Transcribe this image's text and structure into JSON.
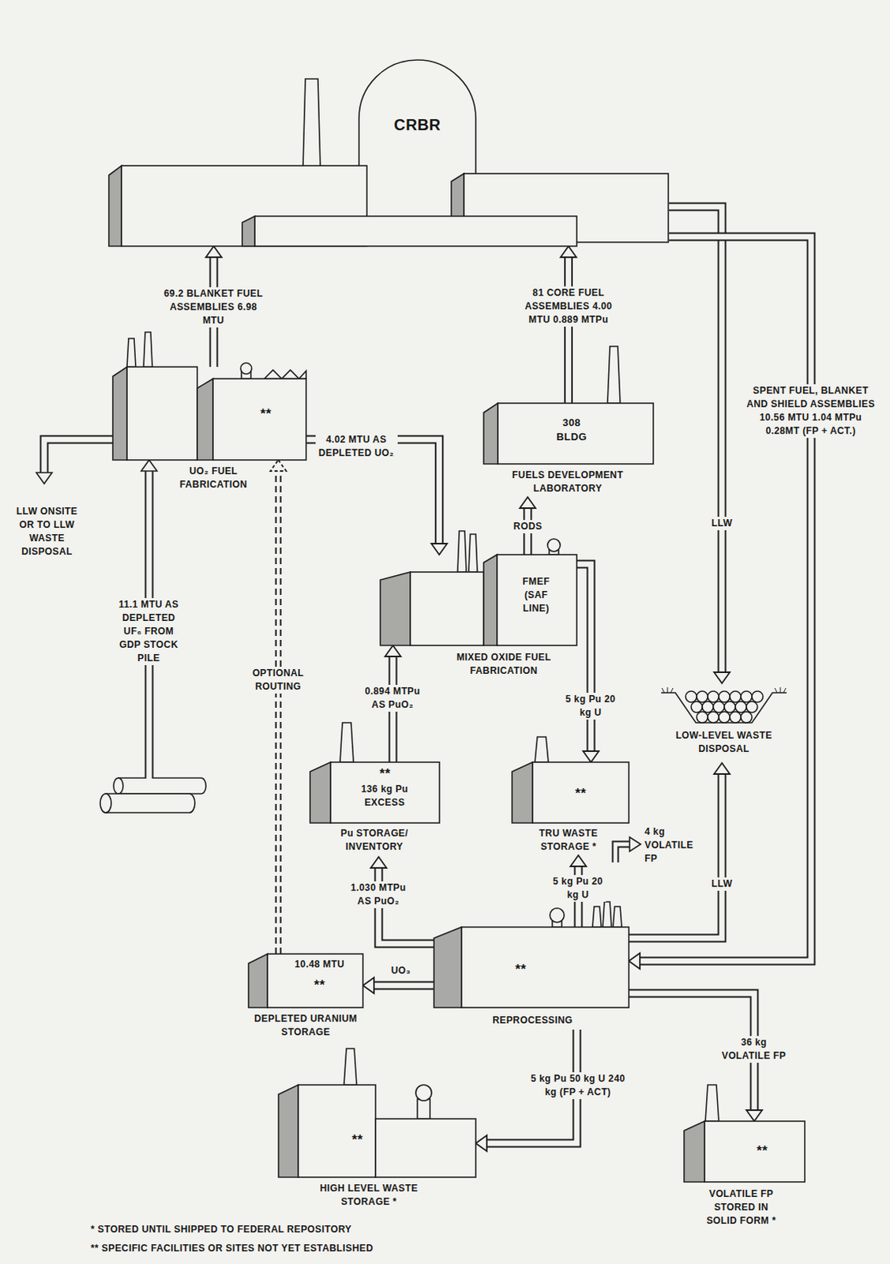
{
  "diagram": {
    "nodes": [
      {
        "text": [
          "CRBR"
        ]
      },
      {
        "text": [
          "**",
          "UO₂ FUEL FABRICATION"
        ]
      },
      {
        "text": [
          "308 BLDG",
          "FUELS DEVELOPMENT LABORATORY"
        ]
      },
      {
        "text": [
          "FMEF (SAF LINE)",
          "MIXED OXIDE FUEL FABRICATION"
        ]
      },
      {
        "text": [
          "LOW-LEVEL WASTE DISPOSAL"
        ]
      },
      {
        "text": [
          "**",
          "136 kg Pu EXCESS",
          "Pu STORAGE/ INVENTORY"
        ]
      },
      {
        "text": [
          "**",
          "TRU WASTE STORAGE *"
        ]
      },
      {
        "text": [
          "**",
          "REPROCESSING"
        ]
      },
      {
        "text": [
          "10.48 MTU",
          "**",
          "DEPLETED URANIUM STORAGE"
        ]
      },
      {
        "text": [
          "**",
          "HIGH LEVEL WASTE STORAGE *"
        ]
      },
      {
        "text": [
          "**",
          "VOLATILE FP STORED IN SOLID FORM *"
        ]
      }
    ],
    "edges": [
      {
        "from": 1,
        "to": 0,
        "arrow": "to",
        "label": "69.2 BLANKET FUEL ASSEMBLIES 6.98 MTU"
      },
      {
        "from": 2,
        "to": 0,
        "arrow": "to",
        "label": "81 CORE FUEL ASSEMBLIES 4.00 MTU 0.889 MTPu"
      },
      {
        "from": 1,
        "to": 3,
        "arrow": "to",
        "label": "4.02 MTU AS DEPLETED UO₂"
      },
      {
        "from": 3,
        "to": 2,
        "arrow": "to",
        "label": "RODS"
      },
      {
        "from": 0,
        "to": 4,
        "arrow": "to",
        "label": "LLW"
      },
      {
        "from": 0,
        "to": 7,
        "arrow": "to",
        "label": "SPENT FUEL, BLANKET AND SHIELD ASSEMBLIES 10.56 MTU 1.04 MTPu 0.28MT (FP + ACT.)"
      },
      {
        "from": 3,
        "to": 6,
        "arrow": "to",
        "label": "5 kg Pu 20 kg U"
      },
      {
        "from": 5,
        "to": 3,
        "arrow": "to",
        "label": "0.894 MTPu AS PuO₂"
      },
      {
        "from": 7,
        "to": 5,
        "arrow": "to",
        "label": "1.030 MTPu AS PuO₂"
      },
      {
        "from": 7,
        "to": 6,
        "arrow": "to",
        "label": "5 kg Pu 20 kg U"
      },
      {
        "from": 7,
        "to": 4,
        "arrow": "to",
        "label": "LLW"
      },
      {
        "from": 7,
        "to": 8,
        "arrow": "to",
        "label": "UO₃"
      },
      {
        "from": 8,
        "to": 1,
        "arrow": "to",
        "label": "OPTIONAL ROUTING"
      },
      {
        "from": 7,
        "to": 9,
        "arrow": "to",
        "label": "5 kg Pu 50 kg U 240 kg (FP + ACT)"
      },
      {
        "from": 7,
        "to": 10,
        "arrow": "to",
        "label": "36 kg VOLATILE FP"
      }
    ],
    "labels": [
      "11.1 MTU AS DEPLETED UF₆ FROM GDP STOCK PILE",
      "LLW ONSITE OR TO LLW WASTE DISPOSAL",
      "4 kg VOLATILE FP",
      "* STORED UNTIL SHIPPED TO FEDERAL REPOSITORY",
      "** SPECIFIC FACILITIES OR SITES NOT YET ESTABLISHED"
    ]
  }
}
